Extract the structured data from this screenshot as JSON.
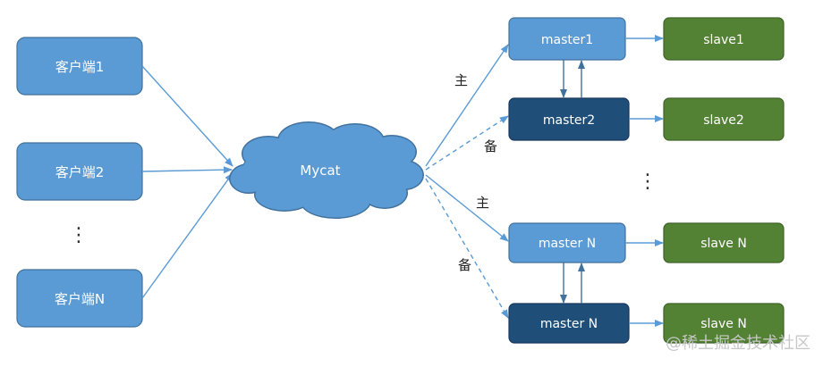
{
  "clients": {
    "c1": "客户端1",
    "c2": "客户端2",
    "cn": "客户端N",
    "ellipsis": "⋮"
  },
  "mycat": {
    "label": "Mycat"
  },
  "masters": {
    "m1": "master1",
    "m2": "master2",
    "mn_primary": "master N",
    "mn_standby": "master N",
    "ellipsis": "⋮"
  },
  "slaves": {
    "s1": "slave1",
    "s2": "slave2",
    "sn_primary": "slave N",
    "sn_standby": "slave N"
  },
  "edge_labels": {
    "primary_1": "主",
    "standby_1": "备",
    "primary_n": "主",
    "standby_n": "备"
  },
  "watermark": "@稀土掘金技术社区",
  "colors": {
    "client_fill": "#5b9bd5",
    "master_fill": "#5b9bd5",
    "standby_fill": "#1f4e79",
    "slave_fill": "#548235",
    "connector": "#5b9bd5"
  }
}
